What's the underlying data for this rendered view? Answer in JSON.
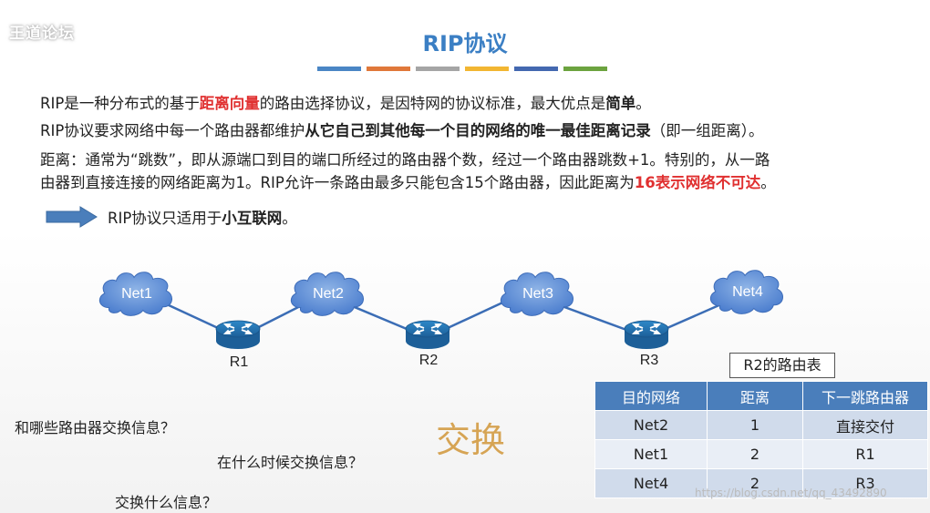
{
  "header": {
    "logo": "王道论坛",
    "title": "RIP协议"
  },
  "colors": {
    "bars": [
      "#4a86c5",
      "#e0783a",
      "#a5a5a5",
      "#f2b632",
      "#4468b0",
      "#6ca33f"
    ],
    "accent": "#e03030"
  },
  "paragraphs": {
    "p1": {
      "a": "RIP是一种分布式的基于",
      "b": "距离向量",
      "c": "的路由选择协议，是因特网的协议标准，最大优点是",
      "d": "简单",
      "e": "。"
    },
    "p2": {
      "a": "RIP协议要求网络中每一个路由器都维护",
      "b": "从它自己到其他每一个目的网络的唯一最佳距离记录",
      "c": "（即一组距离）。"
    },
    "p3": {
      "a": "距离：通常为“跳数”，即从源端口到目的端口所经过的路由器个数，经过一个路由器跳数+1。特别的，从一路",
      "b": "由器到直接连接的网络距离为1。RIP允许一条路由最多只能包含15个路由器，因此距离为",
      "c": "16表示网络不可达",
      "d": "。"
    }
  },
  "note": {
    "a": "RIP协议只适用于",
    "b": "小互联网",
    "c": "。"
  },
  "network": {
    "nets": [
      "Net1",
      "Net2",
      "Net3",
      "Net4"
    ],
    "routers": [
      "R1",
      "R2",
      "R3"
    ]
  },
  "questions": [
    "和哪些路由器交换信息？",
    "在什么时候交换信息？",
    "交换什么信息？"
  ],
  "exchange_word": "交换",
  "routing_table": {
    "label": "R2的路由表",
    "headers": [
      "目的网络",
      "距离",
      "下一跳路由器"
    ],
    "rows": [
      [
        "Net2",
        "1",
        "直接交付"
      ],
      [
        "Net1",
        "2",
        "R1"
      ],
      [
        "Net4",
        "2",
        "R3"
      ]
    ]
  },
  "watermark": "https://blog.csdn.net/qq_43492890"
}
